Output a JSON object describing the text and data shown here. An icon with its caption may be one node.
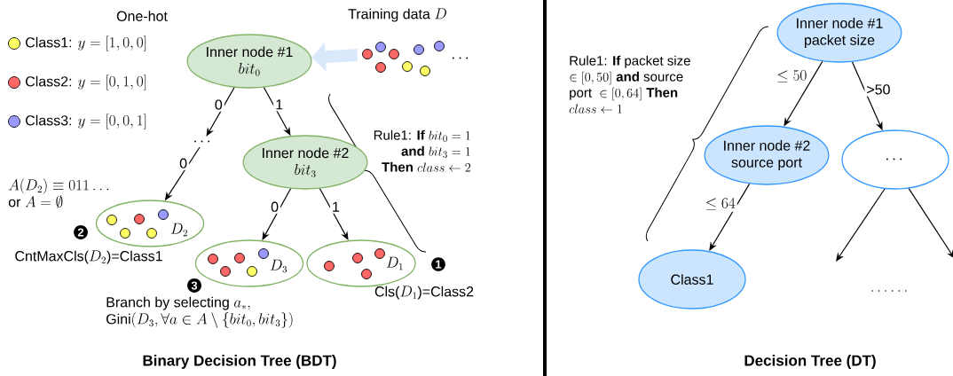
{
  "diagram": {
    "nodes": [
      {
        "text": [
          "Inner node #1",
          "bit_0"
        ]
      },
      {
        "text": [
          "\\cdots"
        ]
      },
      {
        "text": [
          "Inner node #2",
          "bit_3"
        ]
      },
      {
        "text": [
          "D_2"
        ]
      },
      {
        "text": [
          "D_3"
        ]
      },
      {
        "text": [
          "D_1"
        ]
      },
      {
        "text": [
          "\\text{Training data }D",
          "\\cdots"
        ]
      },
      {
        "text": [
          "Inner node #1",
          "packet size"
        ]
      },
      {
        "text": [
          "Inner node #2",
          "source port"
        ]
      },
      {
        "text": [
          "\\cdots"
        ]
      },
      {
        "text": [
          "Class1"
        ]
      }
    ],
    "edges": [
      {
        "from": 6,
        "to": 0,
        "arrow": "to",
        "style": "thick",
        "color": "#dae8fc"
      },
      {
        "from": 0,
        "to": 1,
        "arrow": "to",
        "label": "0"
      },
      {
        "from": 0,
        "to": 2,
        "arrow": "to",
        "label": "1"
      },
      {
        "from": 1,
        "to": 3,
        "arrow": "to",
        "label": "0"
      },
      {
        "from": 2,
        "to": 4,
        "arrow": "to",
        "label": "0"
      },
      {
        "from": 2,
        "to": 5,
        "arrow": "to",
        "label": "1"
      },
      {
        "from": 7,
        "to": 8,
        "arrow": "to",
        "label": "\\leq 50"
      },
      {
        "from": 7,
        "to": 9,
        "arrow": "to",
        "label": ">50"
      },
      {
        "from": 8,
        "to": 10,
        "arrow": "to",
        "label": "\\leq 64"
      },
      {
        "from": 9,
        "to": null,
        "arrow": "to"
      },
      {
        "from": 9,
        "to": null,
        "arrow": "to"
      }
    ],
    "labels": [
      "One-hot",
      "\\begin{array}{r}\\text{Rule1: }\\textbf{If }bit_0=1\\\\\\textbf{and }bit_3=1\\\\\\textbf{Then }class\\leftarrow 2\\end{array}",
      "\\begin{array}{l}A(D_2)\\equiv 011\\ldots\\\\\\text{or }A=\\emptyset\\end{array}",
      "2",
      "\\text{CntMaxCls(}D_2\\text{)=Class1}",
      "3",
      "1",
      "\\text{Cls(}D_1\\text{)=Class2}",
      "\\begin{array}{l}\\text{Branch by selecting }a_*,\\\\\\mathrm{Gini}(D_3,\\forall a\\in A\\setminus\\{bit_0,bit_3\\})\\end{array}",
      "Binary Decision Tree (BDT)",
      "\\begin{array}{l}\\text{Rule1: }\\textbf{If}\\text{ packet size}\\\\\\in[0,50]\\ \\textbf{and}\\text{ source}\\\\\\text{port }\\in[0,64]\\ \\textbf{Then}\\\\class\\leftarrow 1\\end{array}",
      "\\ldots\\ldots",
      "Decision Tree (DT)"
    ],
    "legend": [
      {
        "text": "\\text{Class1: }y=[1,0,0]",
        "color": "#ffff66"
      },
      {
        "text": "\\text{Class2: }y=[0,1,0]",
        "color": "#ff6666"
      },
      {
        "text": "\\text{Class3: }y=[0,0,1]",
        "color": "#9999ff"
      }
    ]
  }
}
